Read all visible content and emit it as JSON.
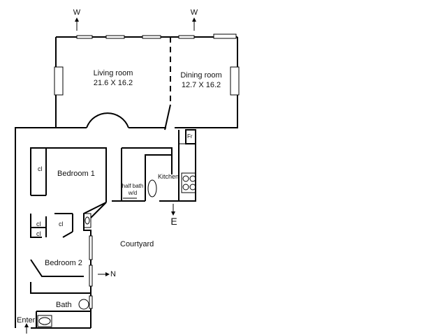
{
  "rooms": {
    "living_room": {
      "name": "Living room",
      "dims": "21.6 X 16.2"
    },
    "dining_room": {
      "name": "Dining room",
      "dims": "12.7 X 16.2"
    },
    "bedroom1": "Bedroom 1",
    "bedroom2": "Bedroom 2",
    "kitchen": "Kitchen",
    "half_bath": "half bath",
    "wd": "w/d",
    "bath": "Bath",
    "courtyard": "Courtyard",
    "fridge": "Fr",
    "closet": "cl"
  },
  "compass": {
    "west": "W",
    "east": "E",
    "north": "N"
  },
  "entry": "Enter"
}
